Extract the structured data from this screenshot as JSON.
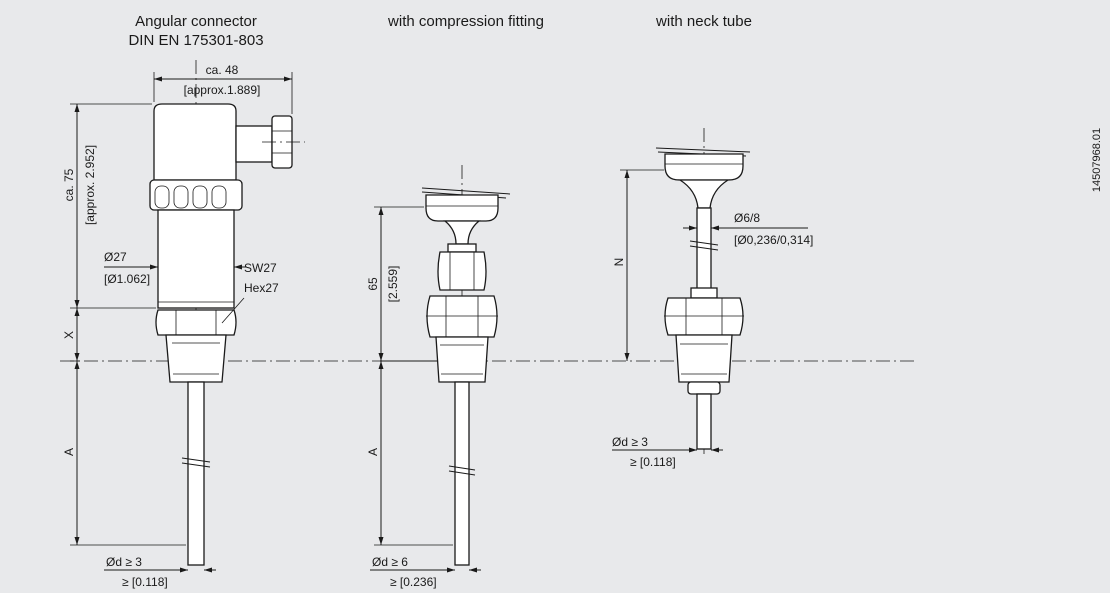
{
  "headings": {
    "angular_line1": "Angular connector",
    "angular_line2": "DIN EN 175301-803",
    "compression": "with compression fitting",
    "neck": "with neck tube"
  },
  "document_number": "14507968.01",
  "dimensions": {
    "width_48": "ca. 48",
    "width_48_in": "[approx.1.889]",
    "height_75": "ca. 75",
    "height_75_in": "[approx. 2.952]",
    "dia_27": "Ø27",
    "dia_27_in": "[Ø1.062]",
    "sw27": "SW27",
    "hex27": "Hex27",
    "x_label": "X",
    "a_label_1": "A",
    "od_3_1": "Ød ≥ 3",
    "od_3_1_in": "≥ [0.118]",
    "h_65": "65",
    "h_65_in": "[2.559]",
    "a_label_2": "A",
    "od_6": "Ød ≥ 6",
    "od_6_in": "≥ [0.236]",
    "n_label": "N",
    "dia_68": "Ø6/8",
    "dia_68_in": "[Ø0,236/0,314]",
    "od_3_2": "Ød ≥ 3",
    "od_3_2_in": "≥ [0.118]"
  }
}
